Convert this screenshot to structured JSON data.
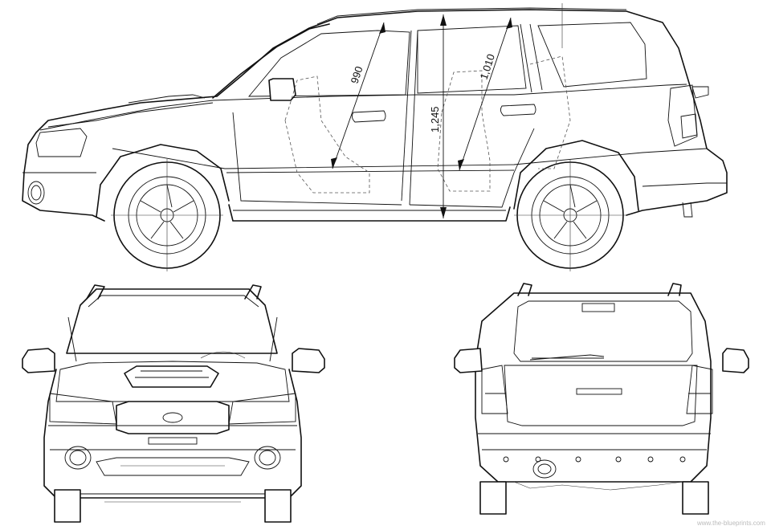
{
  "dimensions": {
    "front_headroom": "990",
    "rear_headroom": "1,010",
    "interior_height": "1,245"
  },
  "watermark": "www.the-blueprints.com",
  "colors": {
    "line": "#111111",
    "background": "#ffffff"
  }
}
